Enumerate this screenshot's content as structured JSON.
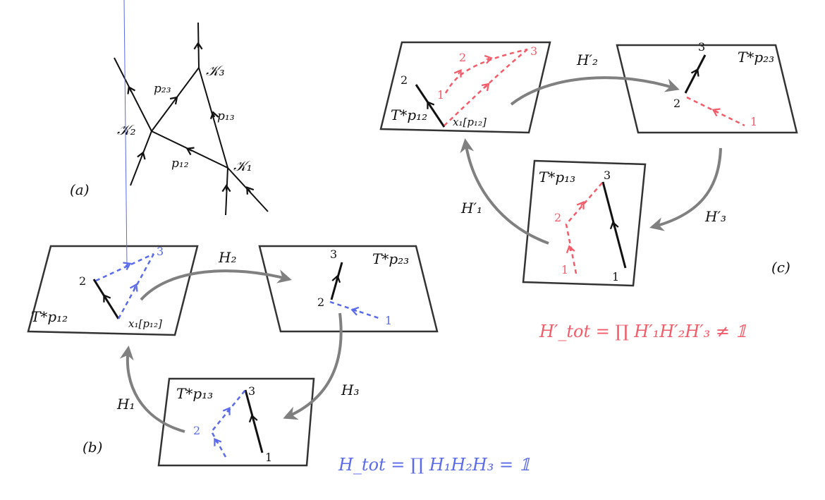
{
  "colors": {
    "ink": "#111111",
    "arrow_gray": "#808080",
    "blue": "#5a6ae8",
    "red": "#f25c6a"
  },
  "panel_a": {
    "label": "(a)",
    "vertices": [
      "𝒦₁",
      "𝒦₂",
      "𝒦₃"
    ],
    "edges": [
      "p₁₂",
      "p₂₃",
      "p₁₃"
    ]
  },
  "panel_b": {
    "label": "(b)",
    "maps": [
      "H₁",
      "H₂",
      "H₃"
    ],
    "planes": {
      "p12": {
        "label": "T*p₁₂",
        "point": "x₁[p₁₂]",
        "nums": [
          "2",
          "3"
        ]
      },
      "p23": {
        "label": "T*p₂₃",
        "nums": [
          "3",
          "2",
          "1"
        ]
      },
      "p13": {
        "label": "T*p₁₃",
        "nums": [
          "3",
          "2",
          "1"
        ]
      }
    },
    "equation": "H_tot = ∏ H₁H₂H₃ = 𝟙"
  },
  "panel_c": {
    "label": "(c)",
    "maps": [
      "H′₁",
      "H′₂",
      "H′₃"
    ],
    "planes": {
      "p12": {
        "label": "T*p₁₂",
        "point": "x₁[p₁₂]",
        "nums": [
          "2",
          "1",
          "2",
          "3"
        ]
      },
      "p23": {
        "label": "T*p₂₃",
        "nums": [
          "3",
          "2",
          "1"
        ]
      },
      "p13": {
        "label": "T*p₁₃",
        "nums": [
          "3",
          "2",
          "1",
          "1"
        ]
      }
    },
    "equation": "H′_tot = ∏ H′₁H′₂H′₃ ≠ 𝟙"
  }
}
